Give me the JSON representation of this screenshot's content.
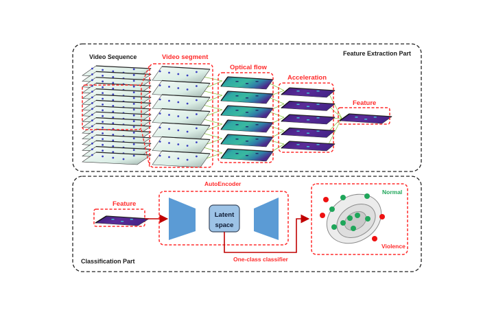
{
  "sections": {
    "feature_extraction": {
      "title": "Feature Extraction Part",
      "labels": {
        "video_sequence": "Video Sequence",
        "video_segment": "Video segment",
        "optical_flow": "Optical flow",
        "acceleration": "Acceleration",
        "feature": "Feature"
      },
      "counts": {
        "video_sequence_frames": 16,
        "video_segment_frames": 7,
        "optical_flow_frames": 6,
        "acceleration_frames": 5,
        "feature_frames": 1
      }
    },
    "classification": {
      "title": "Classification  Part",
      "labels": {
        "feature": "Feature",
        "autoencoder": "AutoEncoder",
        "latent_line1": "Latent",
        "latent_line2": "space",
        "one_class_classifier": "One-class classifier",
        "normal": "Normal",
        "violence": "Violence"
      }
    }
  },
  "colors": {
    "red_accent": "#ff2a2a",
    "dark_red_arrow": "#c00000",
    "encoder_blue": "#5b9bd5",
    "latent_fill": "#9dc3e6",
    "normal_green": "#1fa65a",
    "violence_red": "#ee1111",
    "flow_teal": "#2fb3a8",
    "flow_purple": "#4b2a8c",
    "frame_light": "#e8f3ee"
  }
}
